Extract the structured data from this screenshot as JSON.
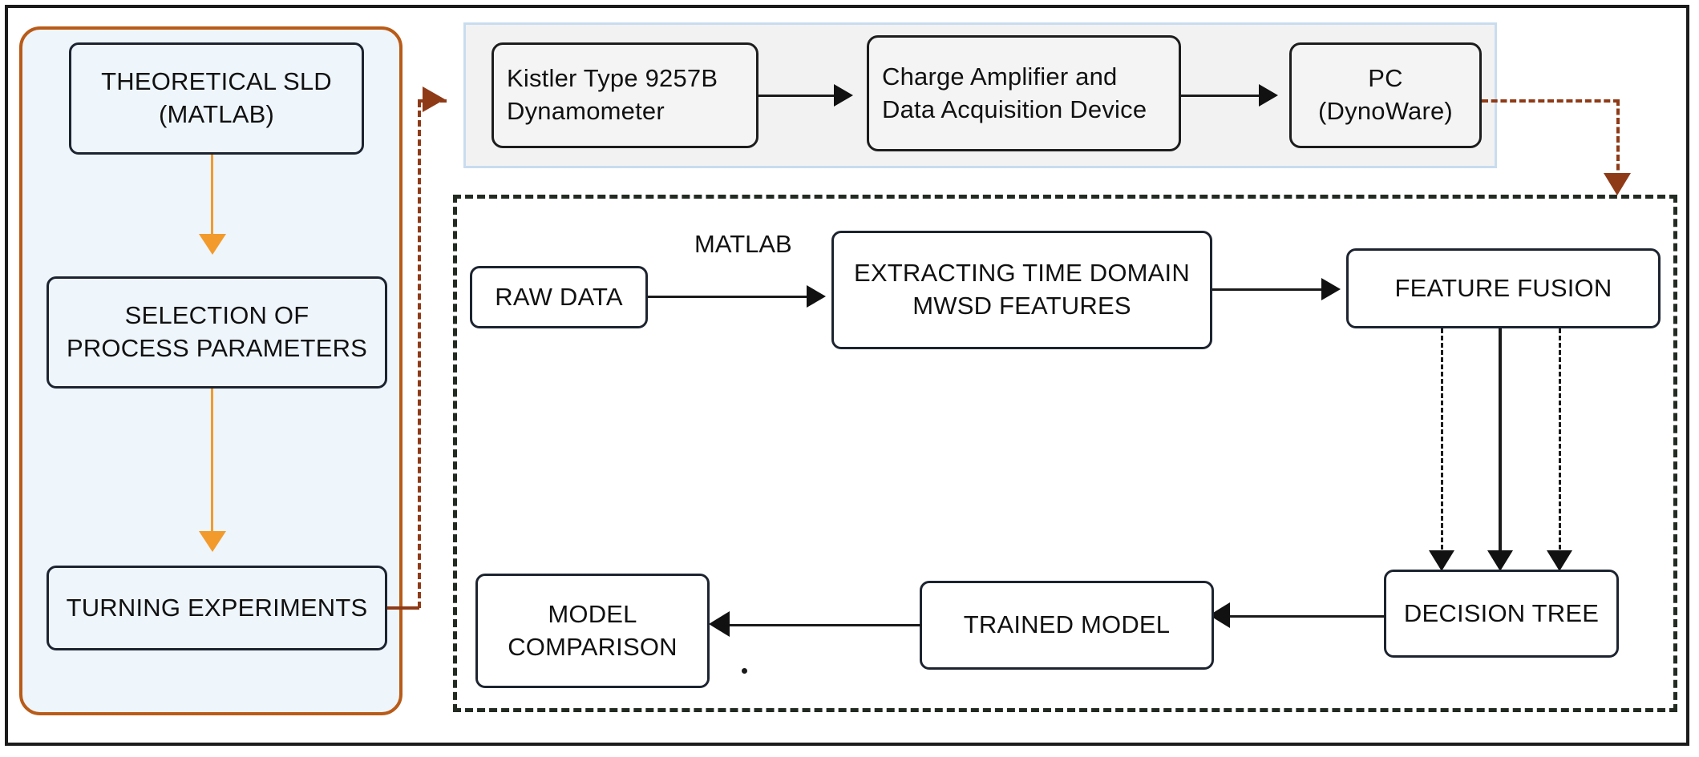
{
  "diagram": {
    "title": "Experimental and machine-learning workflow flowchart",
    "colors": {
      "left_panel_border": "#b95b18",
      "left_panel_fill": "#eef5fb",
      "instrument_panel_border": "#c9dcef",
      "instrument_panel_fill": "#f2f2f2",
      "orange_arrow": "#f29b2c",
      "brown_dashed": "#8f3a17",
      "black_dashed": "#222a22",
      "node_border": "#1d2430",
      "outer_frame": "#1b1b1b"
    }
  },
  "left_panel": {
    "nodes": [
      {
        "id": "theoretical-sld",
        "line1": "THEORETICAL SLD",
        "line2": "(MATLAB)"
      },
      {
        "id": "selection-of-process-parameters",
        "line1": "SELECTION OF",
        "line2": "PROCESS PARAMETERS"
      },
      {
        "id": "turning-experiments",
        "line1": "TURNING EXPERIMENTS",
        "line2": ""
      }
    ]
  },
  "instrument_panel": {
    "nodes": [
      {
        "id": "kistler-dynamometer",
        "line1": "Kistler Type 9257B",
        "line2": "Dynamometer"
      },
      {
        "id": "charge-amplifier-daq",
        "line1": "Charge Amplifier and",
        "line2": "Data Acquisition Device"
      },
      {
        "id": "pc-dynoware",
        "line1": "PC",
        "line2": "(DynoWare)"
      }
    ]
  },
  "ml_region": {
    "nodes": [
      {
        "id": "raw-data",
        "line1": "RAW DATA",
        "line2": ""
      },
      {
        "id": "extracting-features",
        "line1": "EXTRACTING TIME DOMAIN",
        "line2": "MWSD  FEATURES"
      },
      {
        "id": "feature-fusion",
        "line1": "FEATURE FUSION",
        "line2": ""
      },
      {
        "id": "decision-tree",
        "line1": "DECISION TREE",
        "line2": ""
      },
      {
        "id": "trained-model",
        "line1": "TRAINED MODEL",
        "line2": ""
      },
      {
        "id": "model-comparison",
        "line1": "MODEL",
        "line2": "COMPARISON"
      }
    ],
    "edge_labels": [
      {
        "id": "matlab-edge-label",
        "text": "MATLAB"
      }
    ]
  }
}
